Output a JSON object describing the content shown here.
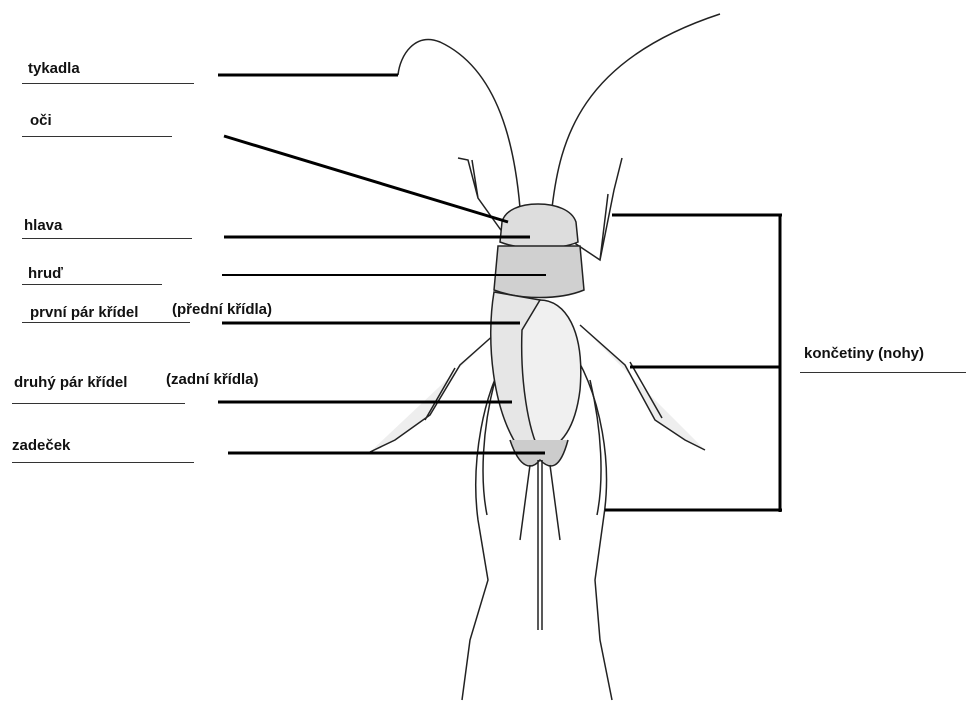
{
  "labels": {
    "tykadla": "tykadla",
    "oci": "oči",
    "hlava": "hlava",
    "hrud": "hruď",
    "prvni_par": "první pár křídel",
    "prvni_par_note": "(přední křídla)",
    "druhy_par": "druhý pár křídel",
    "druhy_par_note": "(zadní křídla)",
    "zadecek": "zadeček",
    "koncetiny": "končetiny (nohy)"
  }
}
